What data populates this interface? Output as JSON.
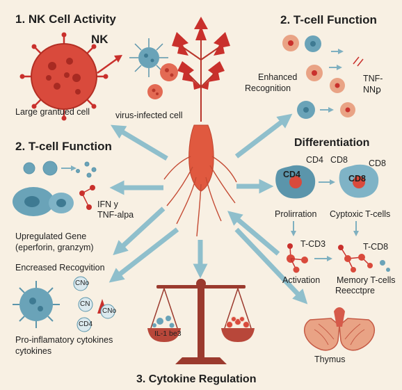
{
  "colors": {
    "background": "#f8f0e3",
    "arrow": "#8fbfcc",
    "root": "#e0593f",
    "leaf": "#c9302c",
    "cell_blue": "#6aa3b8",
    "cell_red": "#d94a3c",
    "scale": "#9b3a2e"
  },
  "sections": {
    "nk": {
      "title": "1. NK Cell Activity",
      "nk_label": "NK",
      "large_cell": "Large grantued cell",
      "virus_cell": "virus-infected cell"
    },
    "tcell_left": {
      "title": "2. T-cell Function",
      "ifn": "IFN y",
      "tnf": "TNF-alpa",
      "upregulated": "Upregulated Gene",
      "perforin": "(eperforin, granzym)",
      "increased": "Encreased Recogvition"
    },
    "cytokines": {
      "cd_labels": [
        "CNo",
        "CN",
        "CNo",
        "CD4"
      ],
      "label_line1": "Pro-inflamatory cytokines",
      "label_line2": "cytokines"
    },
    "tcell_right": {
      "title": "2. T-cell Function",
      "enhanced": "Enhanced",
      "recognition": "Recognition",
      "tnf_top": "TNF-",
      "tnf_bottom": "NNꝑ"
    },
    "differentiation": {
      "title": "Differentiation",
      "cd4_top": "CD4",
      "cd8_top1": "CD8",
      "cd8_top2": "CD8",
      "cd4_cell": "CD4",
      "cd8_cell": "CD8",
      "proliferation": "Prolirration",
      "cytotoxic": "Cyptoxic T-cells",
      "tcd3": "T-CD3",
      "tcd8": "T-CD8",
      "activation": "Activation",
      "memory_line1": "Memory T-cells",
      "memory_line2": "Reecctpre"
    },
    "thymus": {
      "label": "Thymus"
    },
    "cytokine_regulation": {
      "title": "3. Cytokine Regulation",
      "il1": "IL-1 be3"
    }
  }
}
